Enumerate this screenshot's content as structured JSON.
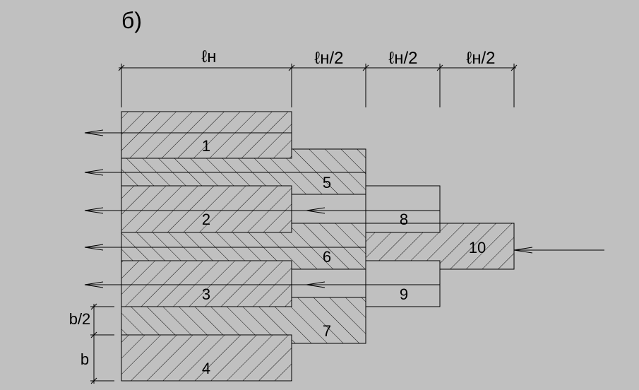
{
  "figure_label": "б)",
  "dimensions": {
    "top": [
      "ℓн",
      "ℓн/2",
      "ℓн/2",
      "ℓн/2"
    ],
    "side_half": "b/2",
    "side_full": "b"
  },
  "layers": [
    {
      "id": "1",
      "label": "1"
    },
    {
      "id": "2",
      "label": "2"
    },
    {
      "id": "3",
      "label": "3"
    },
    {
      "id": "4",
      "label": "4"
    },
    {
      "id": "5",
      "label": "5"
    },
    {
      "id": "6",
      "label": "6"
    },
    {
      "id": "7",
      "label": "7"
    },
    {
      "id": "8",
      "label": "8"
    },
    {
      "id": "9",
      "label": "9"
    },
    {
      "id": "10",
      "label": "10"
    }
  ],
  "colors": {
    "background": "#c0c0c0",
    "stroke": "#000000"
  }
}
